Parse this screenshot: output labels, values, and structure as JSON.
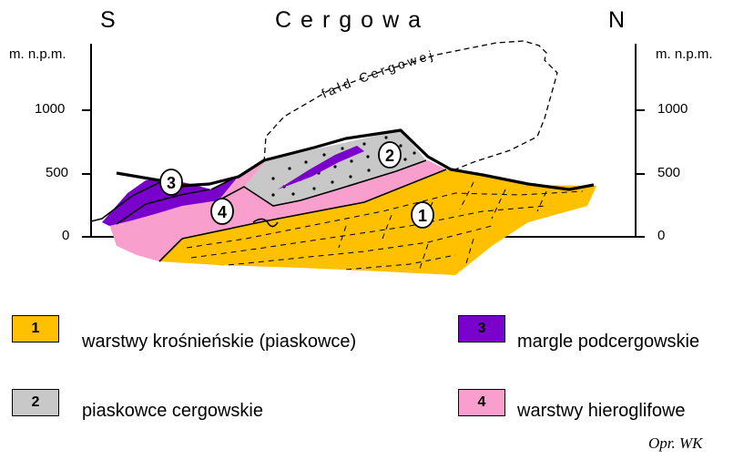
{
  "header": {
    "left_dir": "S",
    "title": "Cergowa",
    "right_dir": "N"
  },
  "axes": {
    "left_unit": "m. n.p.m.",
    "right_unit": "m. n.p.m.",
    "ticks": [
      "1000",
      "500",
      "0"
    ]
  },
  "fold_label": "fałd Cergowej",
  "markers": [
    "1",
    "2",
    "3",
    "4"
  ],
  "legend": [
    {
      "num": "1",
      "label": "warstwy krośnieńskie (piaskowce)",
      "color": "#ffc000"
    },
    {
      "num": "2",
      "label": "piaskowce cergowskie",
      "color": "#c8c8c8"
    },
    {
      "num": "3",
      "label": "margle podcergowskie",
      "color": "#7a00cc"
    },
    {
      "num": "4",
      "label": "warstwy hieroglifowe",
      "color": "#f99fce"
    }
  ],
  "author": "Opr. WK"
}
